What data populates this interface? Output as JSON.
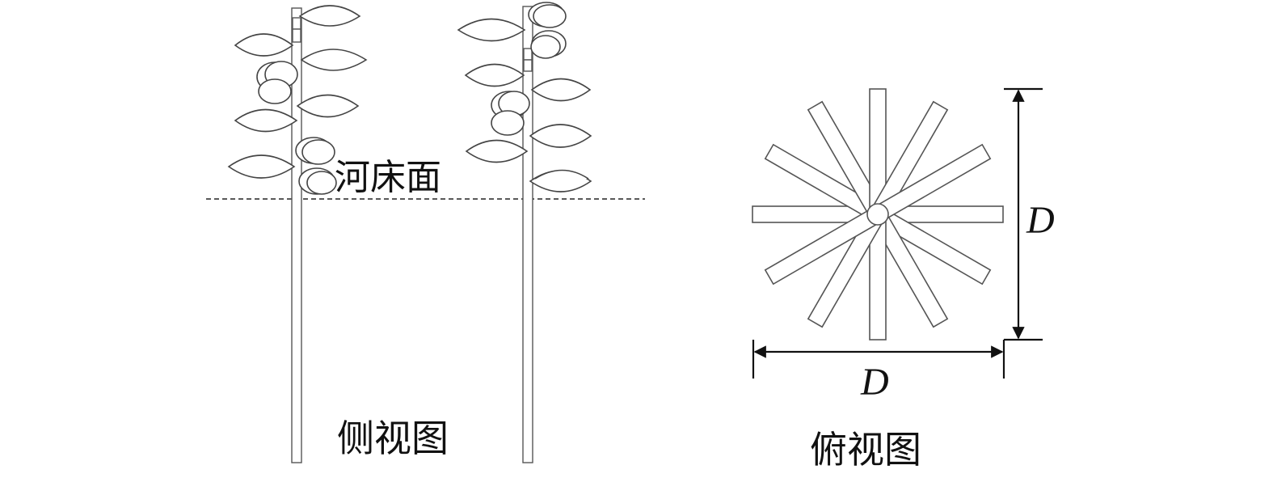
{
  "labels": {
    "riverbed": "河床面",
    "side_view": "侧视图",
    "top_view": "俯视图",
    "dim_vertical": "D",
    "dim_horizontal": "D"
  },
  "colors": {
    "line": "#444444",
    "text": "#111111",
    "background": "#ffffff"
  }
}
